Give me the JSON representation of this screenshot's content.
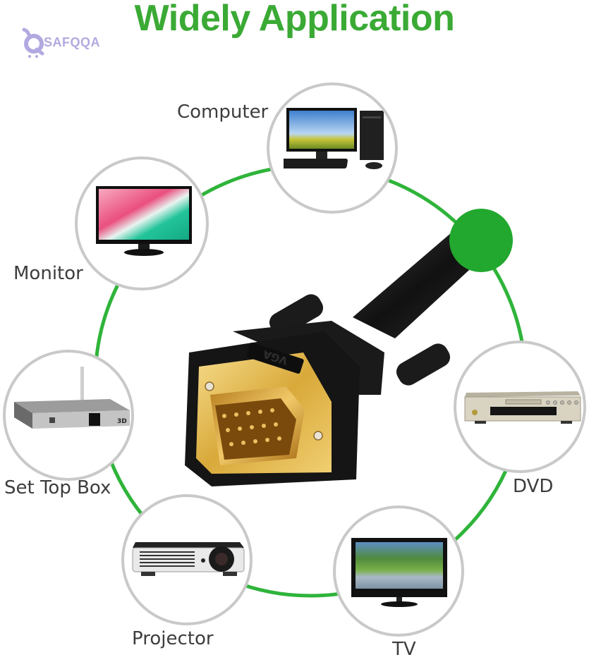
{
  "header": {
    "title": "Widely Application",
    "title_color": "#3aaa35"
  },
  "watermark": {
    "text": "SAFQQA",
    "color": "#b3a9e0"
  },
  "ring": {
    "color": "#2fb43a",
    "node_border_color": "#c9c9c9",
    "accent_dot_color": "#22a82e"
  },
  "center_product": {
    "connector_marking": "VGA",
    "connector_color": "#d4a52a"
  },
  "applications": [
    {
      "id": "computer",
      "label": "Computer",
      "icon": "desktop-computer-icon"
    },
    {
      "id": "monitor",
      "label": "Monitor",
      "icon": "monitor-icon"
    },
    {
      "id": "set-top-box",
      "label": "Set Top Box",
      "icon": "set-top-box-icon"
    },
    {
      "id": "projector",
      "label": "Projector",
      "icon": "projector-icon"
    },
    {
      "id": "tv",
      "label": "TV",
      "icon": "tv-icon"
    },
    {
      "id": "dvd",
      "label": "DVD",
      "icon": "dvd-player-icon"
    }
  ]
}
